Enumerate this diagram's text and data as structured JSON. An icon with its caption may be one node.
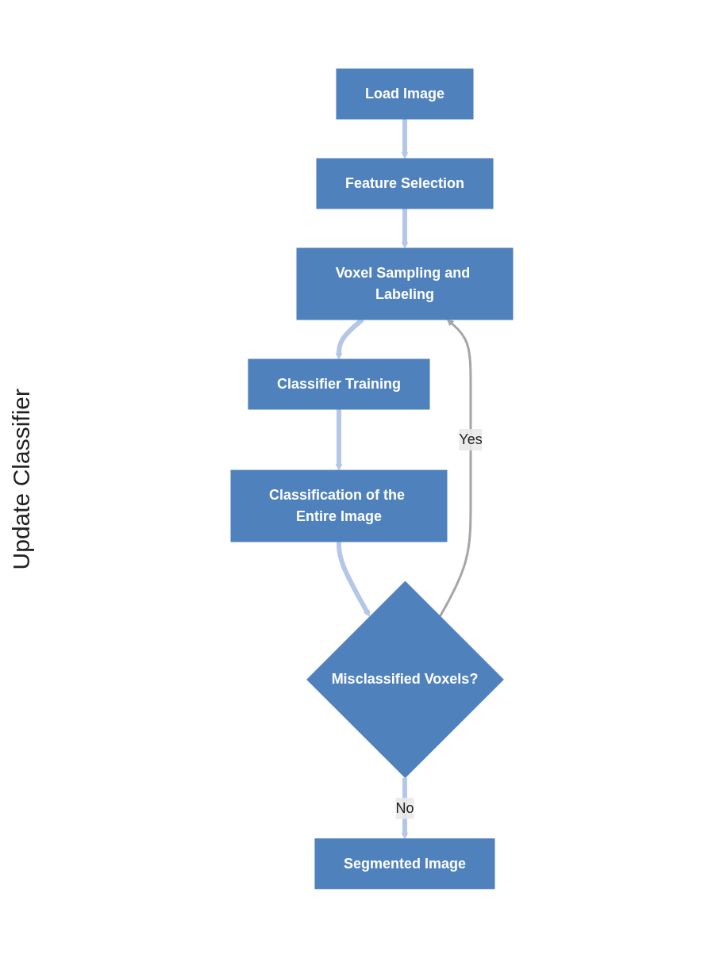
{
  "diagram": {
    "nodes": [
      {
        "text": [
          "Load Image"
        ]
      },
      {
        "text": [
          "Feature Selection"
        ]
      },
      {
        "text": [
          "Voxel Sampling and Labeling"
        ]
      },
      {
        "text": [
          "Classifier Training"
        ]
      },
      {
        "text": [
          "Classification of the Entire Image"
        ]
      },
      {
        "text": [
          "Misclassified Voxels?"
        ]
      },
      {
        "text": [
          "Segmented Image"
        ]
      }
    ],
    "edges": [
      {
        "from": 0,
        "to": 1,
        "arrow": "to"
      },
      {
        "from": 1,
        "to": 2,
        "arrow": "to"
      },
      {
        "from": 2,
        "to": 3,
        "arrow": "to"
      },
      {
        "from": 3,
        "to": 4,
        "arrow": "to"
      },
      {
        "from": 4,
        "to": 5,
        "arrow": "to"
      },
      {
        "from": 5,
        "to": 2,
        "arrow": "to",
        "label": "Yes",
        "color": "#a6a6a6"
      },
      {
        "from": 5,
        "to": 6,
        "arrow": "to",
        "label": "No"
      }
    ],
    "labels": [
      "Update Classifier"
    ]
  }
}
